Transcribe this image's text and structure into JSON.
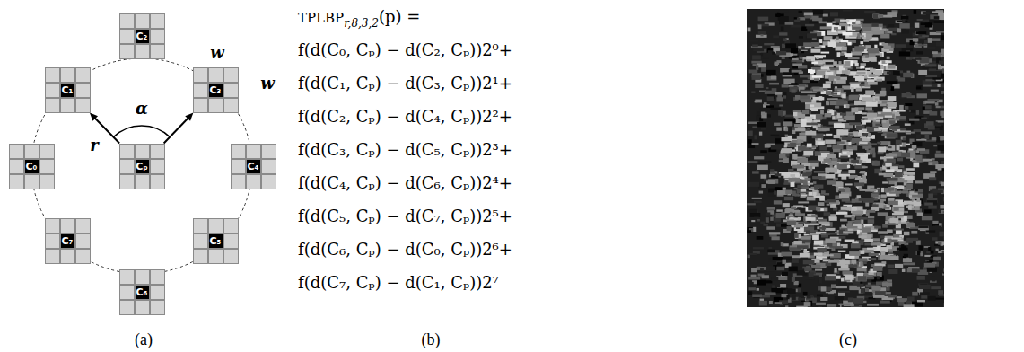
{
  "diagram": {
    "nodes": [
      {
        "text": [
          "C₂"
        ]
      },
      {
        "text": [
          "C₁"
        ]
      },
      {
        "text": [
          "C₃"
        ]
      },
      {
        "text": [
          "C₀"
        ]
      },
      {
        "text": [
          "Cₚ"
        ]
      },
      {
        "text": [
          "C₄"
        ]
      },
      {
        "text": [
          "C₇"
        ]
      },
      {
        "text": [
          "C₅"
        ]
      },
      {
        "text": [
          "C₆"
        ]
      }
    ],
    "edges": [
      {
        "from": 4,
        "to": 1,
        "arrow": "to",
        "label": "r"
      },
      {
        "from": 4,
        "to": 2,
        "arrow": "to"
      }
    ],
    "labels": [
      "α",
      "w",
      "w",
      "TPLBP",
      "r,8,3,2",
      "(p) =",
      "f(d(C₀, Cₚ) − d(C₂, Cₚ))2⁰+",
      "f(d(C₁, Cₚ) − d(C₃, Cₚ))2¹+",
      "f(d(C₂, Cₚ) − d(C₄, Cₚ))2²+",
      "f(d(C₃, Cₚ) − d(C₅, Cₚ))2³+",
      "f(d(C₄, Cₚ) − d(C₆, Cₚ))2⁴+",
      "f(d(C₅, Cₚ) − d(C₇, Cₚ))2⁵+",
      "f(d(C₆, Cₚ) − d(C₀, Cₚ))2⁶+",
      "f(d(C₇, Cₚ) − d(C₁, Cₚ))2⁷",
      "(a)",
      "(b)",
      "(c)"
    ]
  }
}
